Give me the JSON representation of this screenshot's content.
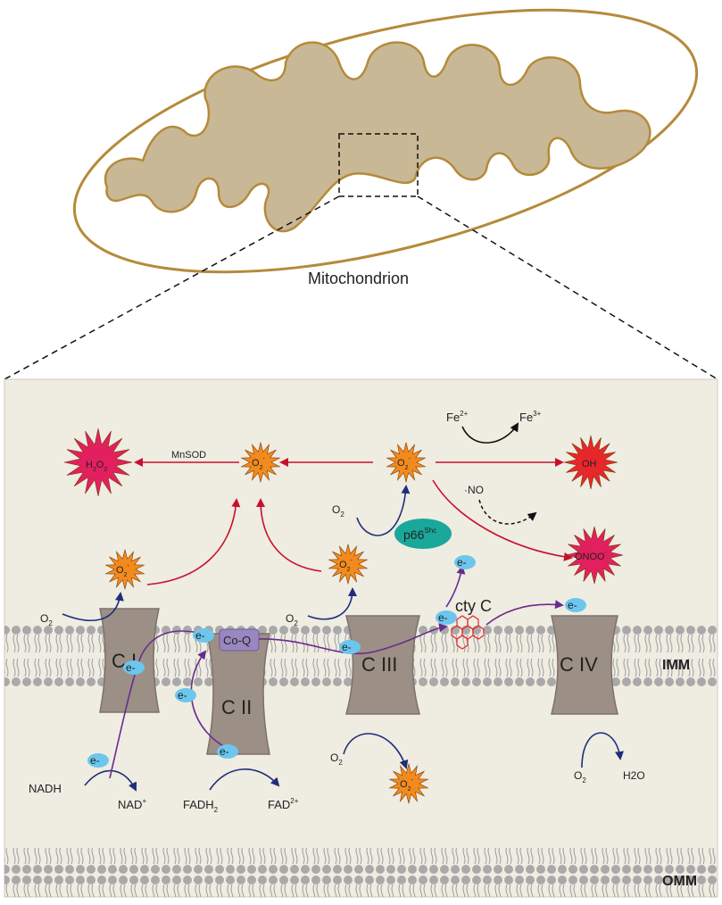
{
  "mito": {
    "label": "Mitochondrion"
  },
  "membranes": {
    "imm": "IMM",
    "omm": "OMM"
  },
  "complexes": {
    "c1": "C I",
    "c2": "C II",
    "c3": "C III",
    "c4": "C IV"
  },
  "coq": "Co-Q",
  "electron": "e-",
  "cytc": "cty C",
  "p66": {
    "base": "p66",
    "sup": "Shc"
  },
  "molecules": {
    "o2": "O",
    "sub2": "2",
    "minus": "-",
    "nadh": "NADH",
    "nad": "NAD",
    "nad_sup": "+",
    "fadh": "FADH",
    "fadh_sub": "2",
    "fad": "FAD",
    "fad_sup": "2+",
    "h2o": "H2O",
    "fe2": "Fe",
    "fe2_sup": "2+",
    "fe3": "Fe",
    "fe3_sup": "3+",
    "no": "·NO",
    "oh": "OH",
    "onoo": "ONOO",
    "h2o2": "H O",
    "h2o2_sub1": "2",
    "h2o2_sub2": "2",
    "mnsod": "MnSOD"
  },
  "colors": {
    "mito_fill": "#c9b896",
    "mito_stroke": "#b58a3a",
    "panel": "#efece2",
    "complex": "#9c8f86",
    "electron": "#6cc6ee",
    "p66": "#1aa89a",
    "coq": "#9a86c0",
    "red_arrow": "#c8102e",
    "blue_arrow": "#1f2d7a",
    "purple_arrow": "#6a2c8c",
    "star_orange": "#f28a1e",
    "star_red": "#e8272b",
    "star_magenta": "#e2205f"
  }
}
